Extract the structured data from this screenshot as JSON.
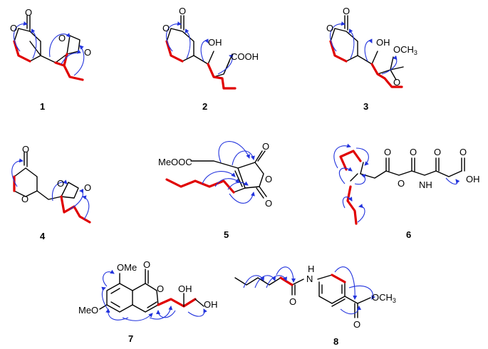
{
  "compounds": [
    {
      "number": "1",
      "labels": {
        "o1": "O",
        "o2": "O",
        "o3": "O",
        "o4": "O"
      }
    },
    {
      "number": "2",
      "labels": {
        "o1": "O",
        "o2": "O",
        "oh": "OH",
        "acid": "COOH"
      }
    },
    {
      "number": "3",
      "labels": {
        "o1": "O",
        "o2": "O",
        "oh": "OH",
        "och": "OCH",
        "och_sub": "3",
        "o3": "O"
      }
    },
    {
      "number": "4",
      "labels": {
        "o1": "O",
        "o2": "O",
        "o3": "O",
        "o4": "O"
      }
    },
    {
      "number": "5",
      "labels": {
        "ester": "MeOOC",
        "o1": "O",
        "o2": "O",
        "o3": "O"
      }
    },
    {
      "number": "6",
      "labels": {
        "o1": "O",
        "o2": "O",
        "o3": "O",
        "o4": "O",
        "nh": "NH",
        "o5": "O",
        "oh": "OH"
      }
    },
    {
      "number": "7",
      "labels": {
        "ome_top": "OMe",
        "o1": "O",
        "o2": "O",
        "ome_left": "MeO",
        "oh1": "OH",
        "oh2": "OH"
      }
    },
    {
      "number": "8",
      "labels": {
        "hn": "H",
        "n": "N",
        "o1": "O",
        "o2": "O",
        "och": "OCH",
        "och_sub": "3"
      }
    }
  ],
  "colors": {
    "correlation_arrows": "#2233dd",
    "cosy_bonds": "#e00000",
    "bonds": "#000000"
  }
}
